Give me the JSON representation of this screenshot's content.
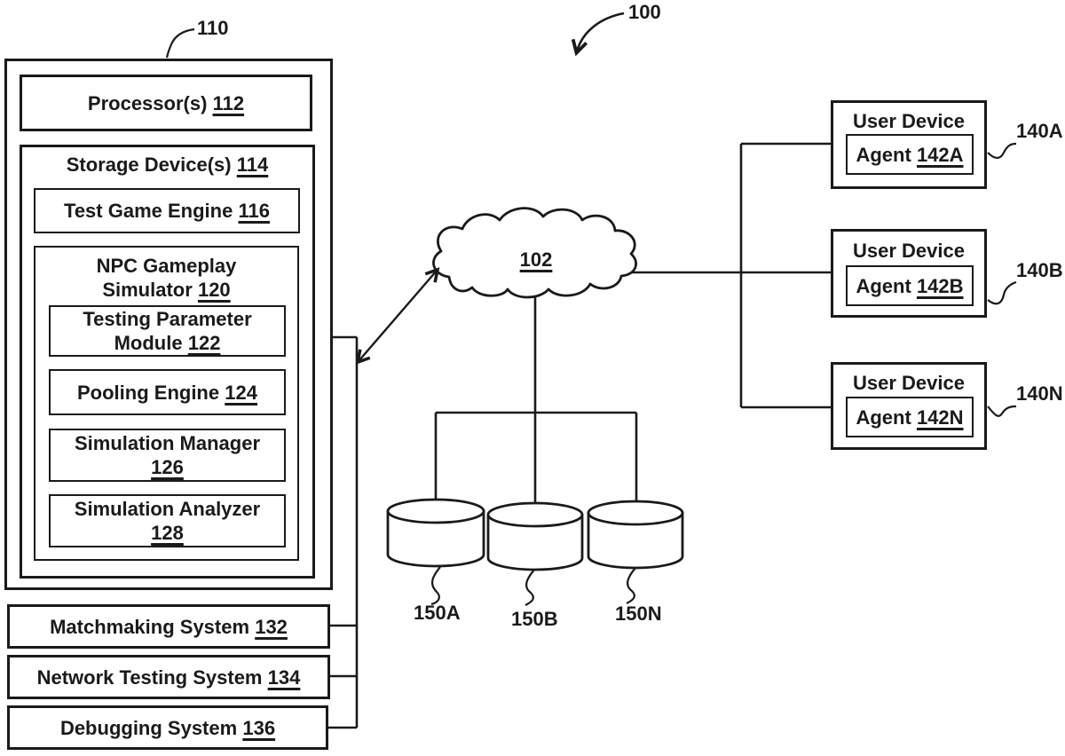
{
  "figure": {
    "ref": "100"
  },
  "server": {
    "ref": "110",
    "processor": {
      "text": "Processor(s)",
      "num": "112"
    },
    "storage": {
      "text": "Storage Device(s)",
      "num": "114"
    },
    "test_game_engine": {
      "text": "Test Game Engine",
      "num": "116"
    },
    "npc_simulator": {
      "line1": "NPC Gameplay",
      "line2": "Simulator",
      "num": "120"
    },
    "testing_parameter_module": {
      "line1": "Testing Parameter",
      "line2": "Module",
      "num": "122"
    },
    "pooling_engine": {
      "text": "Pooling Engine",
      "num": "124"
    },
    "simulation_manager": {
      "line1": "Simulation Manager",
      "num": "126"
    },
    "simulation_analyzer": {
      "line1": "Simulation Analyzer",
      "num": "128"
    }
  },
  "subsystems": {
    "matchmaking": {
      "text": "Matchmaking System",
      "num": "132"
    },
    "network_testing": {
      "text": "Network Testing System",
      "num": "134"
    },
    "debugging": {
      "text": "Debugging System",
      "num": "136"
    }
  },
  "network": {
    "num": "102"
  },
  "user_devices": [
    {
      "title": "User Device",
      "agent_text": "Agent",
      "agent_num": "142A",
      "ref": "140A"
    },
    {
      "title": "User Device",
      "agent_text": "Agent",
      "agent_num": "142B",
      "ref": "140B"
    },
    {
      "title": "User Device",
      "agent_text": "Agent",
      "agent_num": "142N",
      "ref": "140N"
    }
  ],
  "databases": [
    {
      "ref": "150A"
    },
    {
      "ref": "150B"
    },
    {
      "ref": "150N"
    }
  ],
  "colors": {
    "ink": "#1a1a1a",
    "paper": "#ffffff"
  }
}
